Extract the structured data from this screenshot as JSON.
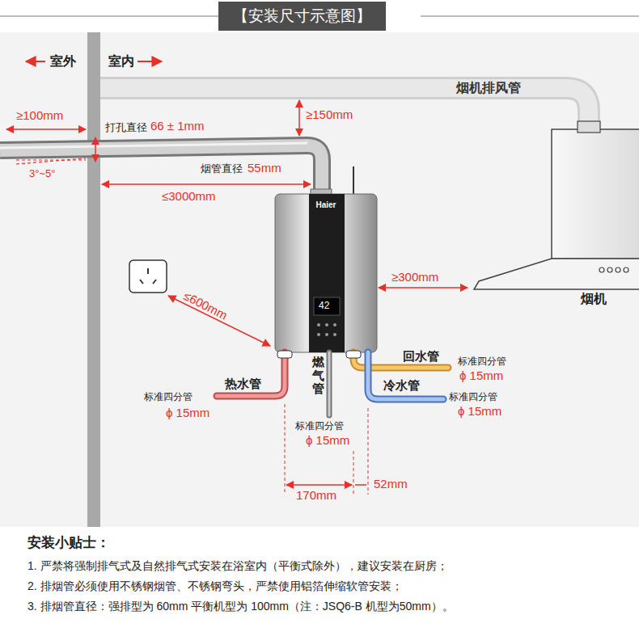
{
  "diagram": {
    "title": "【安装尺寸示意图】",
    "nodes": [
      {
        "text": [
          "烟机排风管"
        ]
      },
      {
        "text": [
          "Haier"
        ]
      },
      {
        "text": [
          "烟机"
        ]
      }
    ],
    "labels": [
      "室外",
      "室内",
      "≥100mm",
      "打孔直径",
      "66 ± 1mm",
      "≥150mm",
      "烟管直径",
      "55mm",
      "3°~5°",
      "≤3000mm",
      "42",
      "≤600mm",
      "≥300mm",
      "回水管",
      "标准四分管",
      "ϕ 15mm",
      "热水管",
      "燃气管",
      "冷水管",
      "标准四分管",
      "ϕ 15mm",
      "标准四分管",
      "ϕ 15mm",
      "标准四分管",
      "ϕ 15mm",
      "170mm",
      "52mm",
      "安装小贴士：",
      "1. 严禁将强制排气式及自然排气式安装在浴室内（平衡式除外），建议安装在厨房；",
      "2. 排烟管必须使用不锈钢烟管、不锈钢弯头，严禁使用铝箔伸缩软管安装；",
      "3. 排烟管直径：强排型为 60mm 平衡机型为 100mm（注：JSQ6-B 机型为50mm）。"
    ]
  }
}
